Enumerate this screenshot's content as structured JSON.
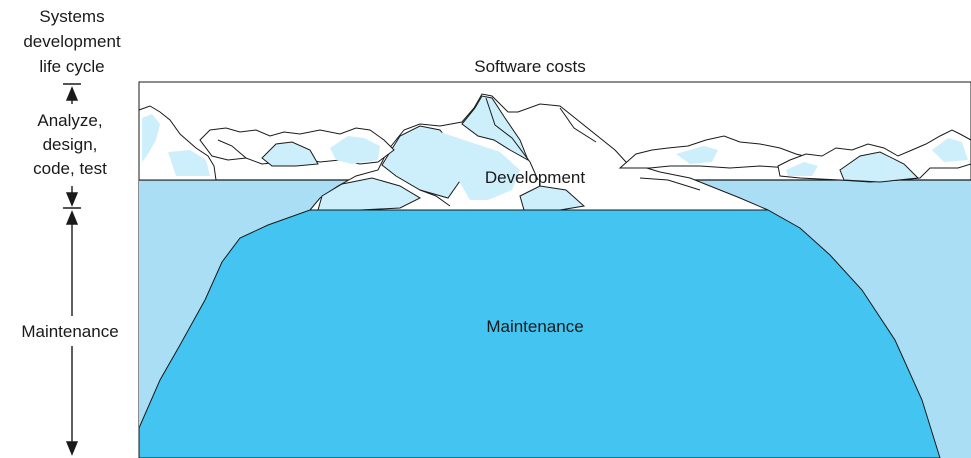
{
  "left_column": {
    "header_line1": "Systems",
    "header_line2": "development",
    "header_line3": "life cycle",
    "phase_top_line1": "Analyze,",
    "phase_top_line2": "design,",
    "phase_top_line3": "code, test",
    "phase_bottom": "Maintenance"
  },
  "title": "Software costs",
  "iceberg": {
    "above_water_label": "Development",
    "below_water_label": "Maintenance"
  },
  "colors": {
    "sea": "#a9def4",
    "iceberg_underwater": "#44c4f0",
    "ice_shadow": "#cdeefb",
    "ice": "#ffffff",
    "outline": "#1a1a1a"
  }
}
